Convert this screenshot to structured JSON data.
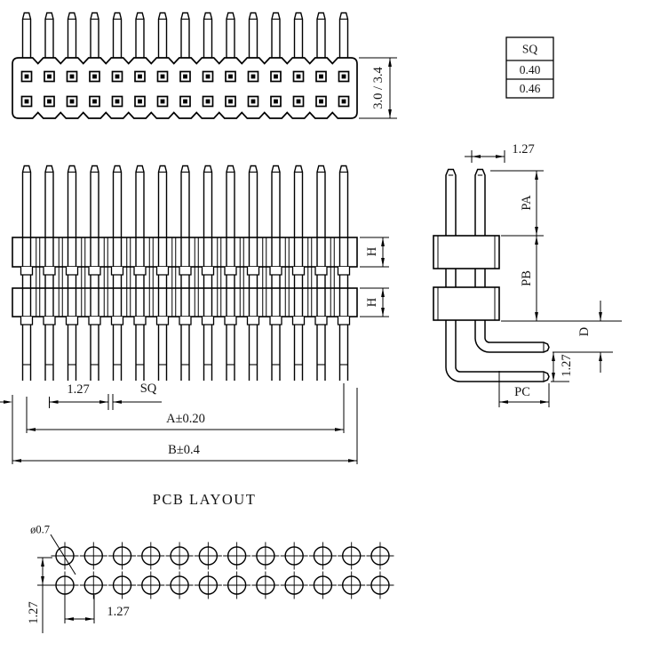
{
  "drawing": {
    "background": "#ffffff",
    "line_color": "#000000",
    "views": {
      "top_view": {
        "pin_count": 15,
        "contact_rows": 2,
        "height_dim": "3.0 / 3.4"
      },
      "spec_table": {
        "header": "SQ",
        "rows": [
          "0.40",
          "0.46"
        ]
      },
      "front_view": {
        "pin_count": 15,
        "dims": {
          "pitch": "1.27",
          "pin_size": "SQ",
          "overall_a": "A±0.20",
          "overall_b": "B±0.4",
          "insulator_height": "H"
        }
      },
      "side_view": {
        "pin_count": 2,
        "dims": {
          "top_pitch": "1.27",
          "pa": "PA",
          "pb": "PB",
          "d": "D",
          "tail_pitch": "1.27",
          "pc": "PC"
        }
      },
      "pcb_layout": {
        "title": "PCB LAYOUT",
        "hole_columns": 12,
        "hole_rows": 2,
        "dims": {
          "hole_diameter": "ø0.7",
          "row_pitch": "1.27",
          "col_pitch": "1.27"
        }
      }
    }
  }
}
